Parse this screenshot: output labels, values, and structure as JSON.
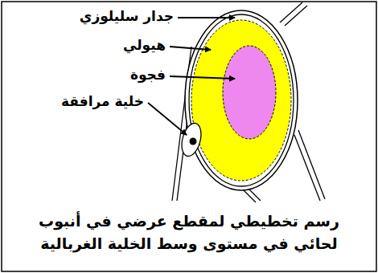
{
  "diagram": {
    "caption": "رسم تخطيطي لمقطع عرضي في أنبوب لحائي في مستوى وسط الخلية الغربالية",
    "labels": [
      "جدار سليلوزي",
      "هيولي",
      "فجوة",
      "خلية مرافقة"
    ]
  }
}
